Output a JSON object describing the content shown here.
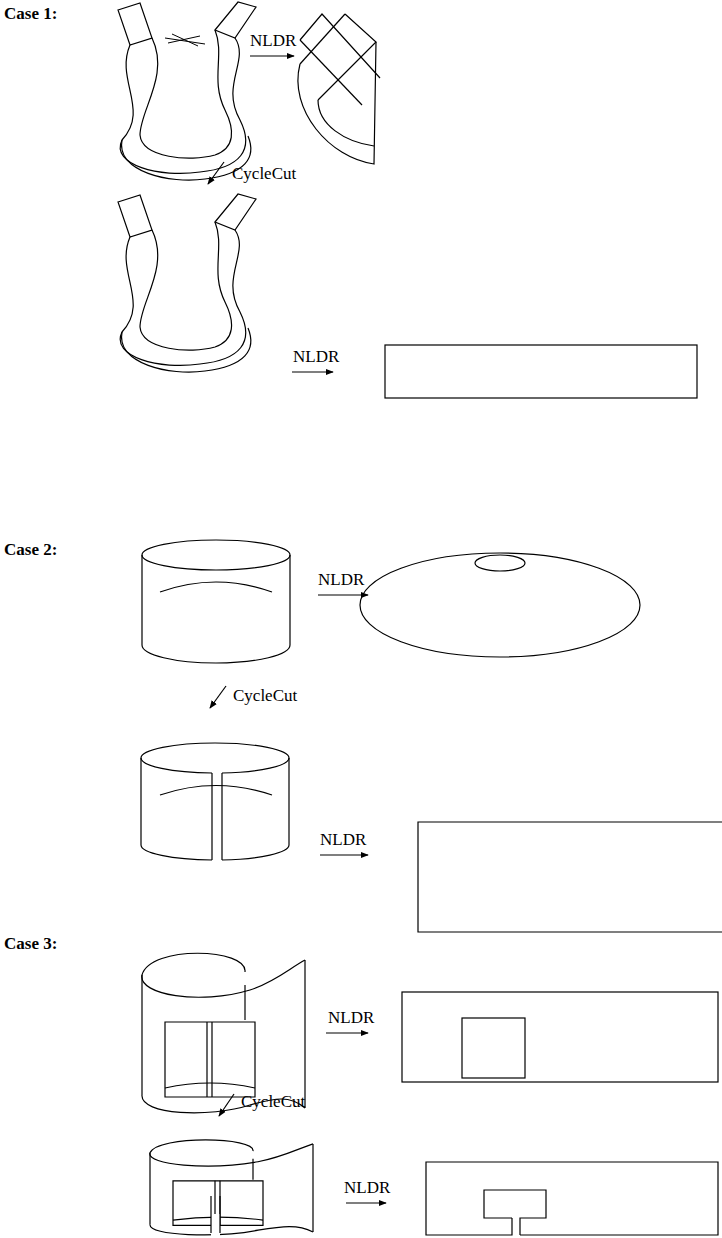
{
  "diagram": {
    "labels": [
      "Case 1:",
      "NLDR",
      "CycleCut",
      "NLDR",
      "Case 2:",
      "NLDR",
      "CycleCut",
      "NLDR",
      "Case 3:",
      "NLDR",
      "CycleCut",
      "NLDR"
    ]
  }
}
